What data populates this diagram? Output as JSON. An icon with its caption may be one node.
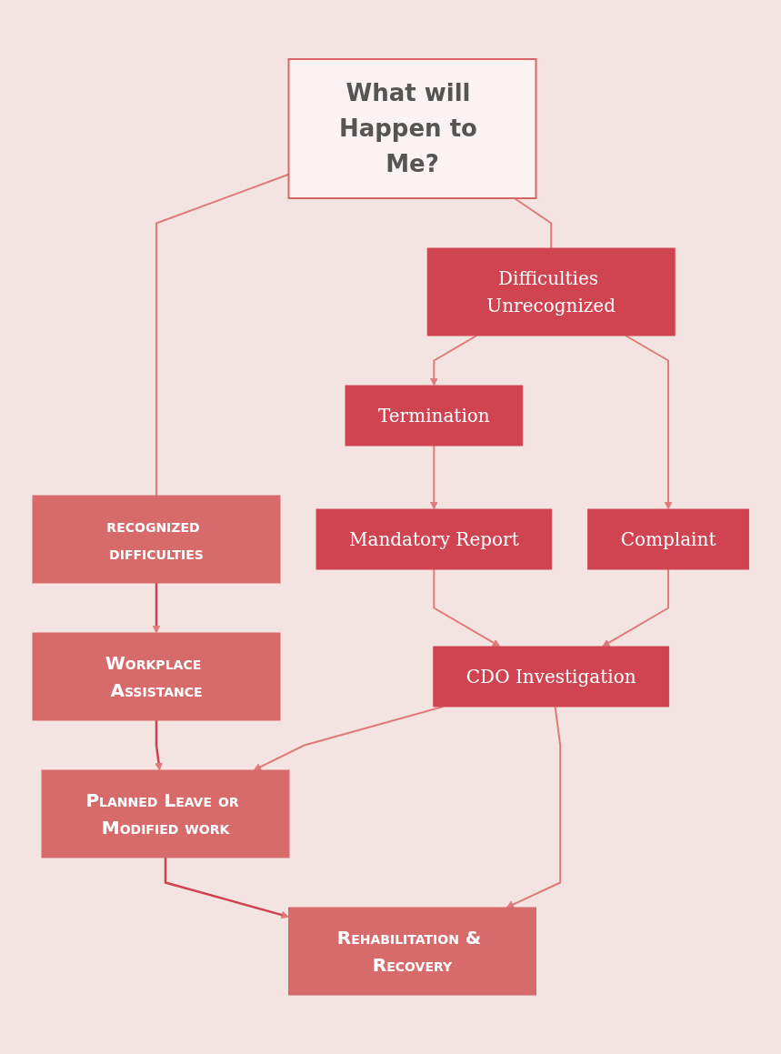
{
  "diagram": {
    "nodes": [
      {
        "text": [
          "What will Happen to Me?"
        ]
      },
      {
        "text": [
          "recognized difficulties"
        ]
      },
      {
        "text": [
          "Difficulties Unrecognized"
        ]
      },
      {
        "text": [
          "Workplace Assistance"
        ]
      },
      {
        "text": [
          "Termination"
        ]
      },
      {
        "text": [
          "Complaint"
        ]
      },
      {
        "text": [
          "Mandatory Report"
        ]
      },
      {
        "text": [
          "CDO Investigation"
        ]
      },
      {
        "text": [
          "Planned Leave or Modified work"
        ]
      },
      {
        "text": [
          "Rehabilitation & Recovery"
        ]
      }
    ],
    "edges": [
      {
        "from": 0,
        "to": 1,
        "arrow": "none"
      },
      {
        "from": 0,
        "to": 2,
        "arrow": "none"
      },
      {
        "from": 1,
        "to": 3,
        "arrow": "to",
        "color": "#d04050"
      },
      {
        "from": 2,
        "to": 4,
        "arrow": "to"
      },
      {
        "from": 2,
        "to": 5,
        "arrow": "to"
      },
      {
        "from": 4,
        "to": 6,
        "arrow": "to"
      },
      {
        "from": 6,
        "to": 7,
        "arrow": "to"
      },
      {
        "from": 5,
        "to": 7,
        "arrow": "to"
      },
      {
        "from": 3,
        "to": 8,
        "arrow": "to",
        "color": "#d04050"
      },
      {
        "from": 7,
        "to": 8,
        "arrow": "to"
      },
      {
        "from": 8,
        "to": 9,
        "arrow": "to",
        "color": "#d04050"
      },
      {
        "from": 7,
        "to": 9,
        "arrow": "to"
      }
    ]
  }
}
